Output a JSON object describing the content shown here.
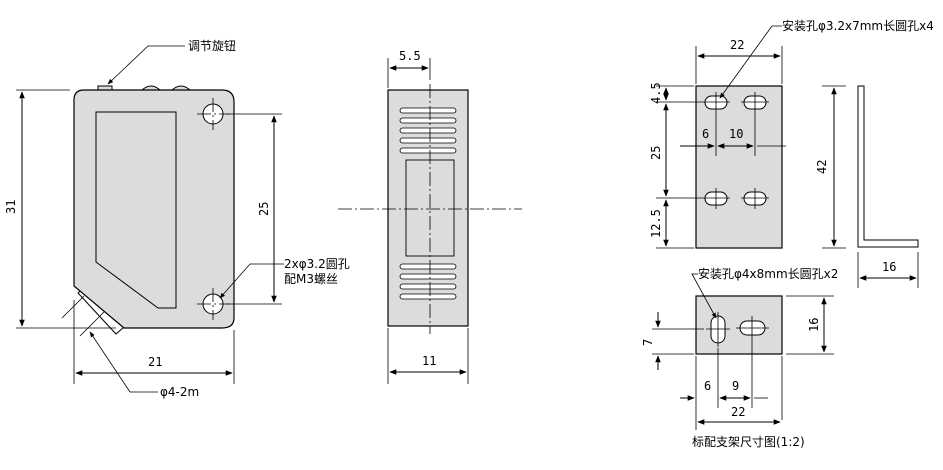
{
  "labels": {
    "knob": "调节旋钮",
    "mount_holes_line1": "2xφ3.2圆孔",
    "mount_holes_line2": "配M3螺丝",
    "cable": "φ4-2m",
    "bracket_big_holes": "安装孔φ3.2x7mm长圆孔x4",
    "bracket_small_holes": "安装孔φ4x8mm长圆孔x2",
    "bracket_caption": "标配支架尺寸图(1:2)"
  },
  "dims": {
    "front_height": "31",
    "front_holes_pitch": "25",
    "front_width": "21",
    "side_top": "5.5",
    "side_width": "11",
    "b1_width": "22",
    "b1_top": "4.5",
    "b1_pitch_v": "25",
    "b1_bottom": "12.5",
    "b1_left": "6",
    "b1_pitch_h": "10",
    "b1_height": "42",
    "b1_foot": "16",
    "b2_height": "16",
    "b2_hole_y": "7",
    "b2_left": "6",
    "b2_pitch": "9",
    "b2_width": "22"
  },
  "colors": {
    "body_fill": "#dcdcdc",
    "line": "#000000"
  }
}
